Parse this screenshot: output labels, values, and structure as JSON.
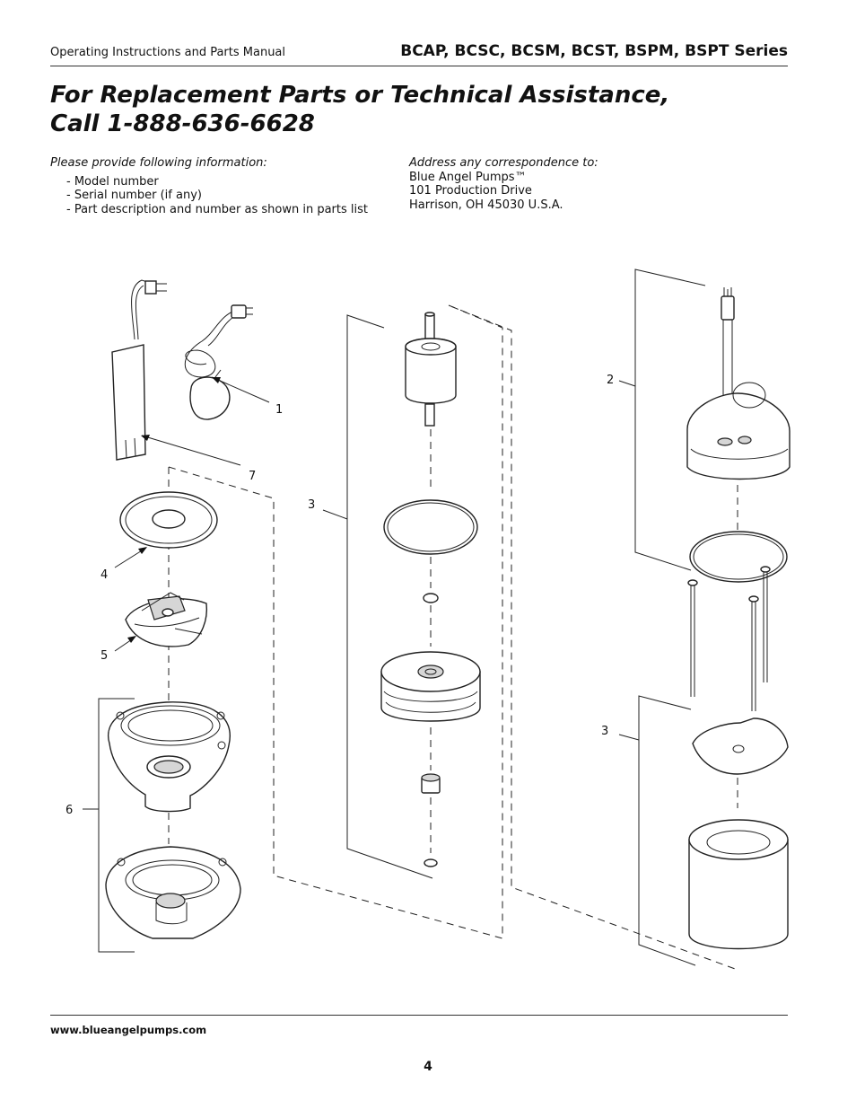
{
  "header": {
    "left": "Operating Instructions and Parts Manual",
    "right": "BCAP, BCSC, BCSM, BCST, BSPM, BSPT Series"
  },
  "title": {
    "line1": "For Replacement Parts or Technical Assistance,",
    "line2": "Call 1-888-636-6628"
  },
  "provide": {
    "heading": "Please provide following information:",
    "items": [
      "- Model number",
      "- Serial number (if any)",
      "- Part description and number as shown in parts list"
    ]
  },
  "address": {
    "heading": "Address any correspondence to:",
    "lines": [
      "Blue Angel Pumps™",
      "101 Production Drive",
      "Harrison, OH  45030  U.S.A."
    ]
  },
  "diagram": {
    "callouts": [
      "1",
      "7",
      "4",
      "5",
      "6",
      "3",
      "2",
      "3"
    ]
  },
  "footer": {
    "url": "www.blueangelpumps.com",
    "page_number": "4"
  }
}
